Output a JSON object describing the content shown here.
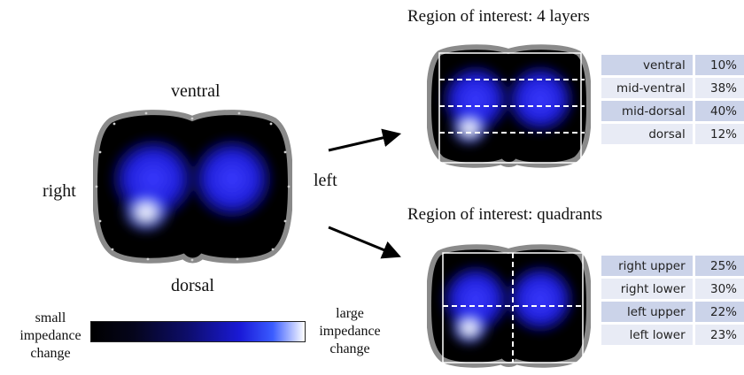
{
  "main_image": {
    "label_ventral": "ventral",
    "label_dorsal": "dorsal",
    "label_right": "right",
    "label_left": "left"
  },
  "legend": {
    "small_label": "small\nimpedance\nchange",
    "large_label": "large\nimpedance\nchange",
    "gradient_colors": [
      "#000000",
      "#0d0d6a",
      "#1a1ad8",
      "#3a5cff",
      "#ffffff"
    ]
  },
  "roi_layers": {
    "title": "Region of interest: 4 layers",
    "rows": [
      {
        "name": "ventral",
        "value": "10%"
      },
      {
        "name": "mid-ventral",
        "value": "38%"
      },
      {
        "name": "mid-dorsal",
        "value": "40%"
      },
      {
        "name": "dorsal",
        "value": "12%"
      }
    ]
  },
  "roi_quadrants": {
    "title": "Region of interest: quadrants",
    "rows": [
      {
        "name": "right upper",
        "value": "25%"
      },
      {
        "name": "right lower",
        "value": "30%"
      },
      {
        "name": "left upper",
        "value": "22%"
      },
      {
        "name": "left lower",
        "value": "23%"
      }
    ]
  },
  "colors": {
    "outline": "#8a8a8a",
    "lung_blue": "#2a2aff",
    "table_dark": "#cbd3e9",
    "table_light": "#e8ebf5",
    "roi_line": "#ffffff"
  }
}
